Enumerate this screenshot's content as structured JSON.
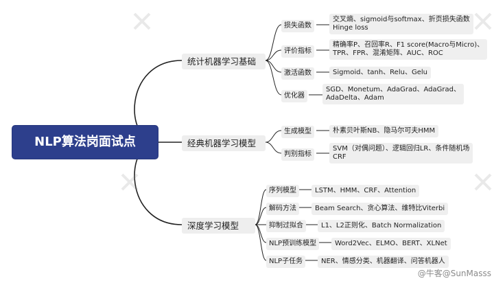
{
  "root": "NLP算法岗面试点",
  "branches": [
    {
      "label": "统计机器学习基础",
      "children": [
        {
          "label": "损失函数",
          "detail": [
            "交叉熵、sigmoid与softmax、折页损失函数",
            "Hinge loss"
          ]
        },
        {
          "label": "评价指标",
          "detail": [
            "精确率P、召回率R、F1 score(Macro与Micro)、",
            "TPR、FPR、混淆矩阵、AUC、ROC"
          ]
        },
        {
          "label": "激活函数",
          "detail": [
            "Sigmoid、tanh、Relu、Gelu"
          ]
        },
        {
          "label": "优化器",
          "detail": [
            "SGD、Monetum、AdaGrad、AdaGrad、",
            "AdaDelta、Adam"
          ]
        }
      ]
    },
    {
      "label": "经典机器学习模型",
      "children": [
        {
          "label": "生成模型",
          "detail": [
            "朴素贝叶斯NB、隐马尔可夫HMM"
          ]
        },
        {
          "label": "判别指标",
          "detail": [
            "SVM（对偶问题）、逻辑回归LR、条件随机场",
            "CRF"
          ]
        }
      ]
    },
    {
      "label": "深度学习模型",
      "children": [
        {
          "label": "序列模型",
          "detail": [
            "LSTM、HMM、CRF、Attention"
          ]
        },
        {
          "label": "解码方法",
          "detail": [
            "Beam Search、贪心算法、维特比Viterbi"
          ]
        },
        {
          "label": "抑制过拟合",
          "detail": [
            "L1、L2正则化、Batch Normalization"
          ]
        },
        {
          "label": "NLP预训练模型",
          "detail": [
            "Word2Vec、ELMO、BERT、XLNet"
          ]
        },
        {
          "label": "NLP子任务",
          "detail": [
            "NER、情感分类、机器翻译、问答机器人"
          ]
        }
      ]
    }
  ],
  "watermark": "@牛客@SunMasss",
  "colors": {
    "root_bg": "#2d3f8c",
    "node_bg": "#efefef",
    "line": "#222222"
  }
}
